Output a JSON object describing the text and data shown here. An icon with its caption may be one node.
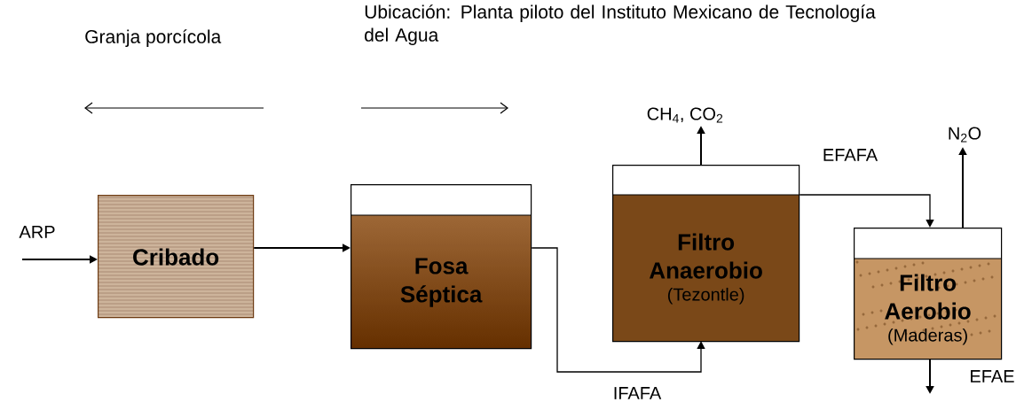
{
  "diagram": {
    "nodes": [
      {
        "text": [
          "Cribado"
        ]
      },
      {
        "text": [
          "Fosa Séptica"
        ]
      },
      {
        "text": [
          "Filtro Anaerobio",
          "(Tezontle)"
        ]
      },
      {
        "text": [
          "Filtro Aerobio",
          "(Maderas)"
        ]
      },
      {
        "text": [
          "CH$_{4}$, CO$_{2}$"
        ]
      },
      {
        "text": [
          "N$_{2}$O"
        ]
      }
    ],
    "edges": [
      {
        "from": null,
        "to": 0,
        "arrow": "to",
        "label": "ARP"
      },
      {
        "from": 0,
        "to": 1,
        "arrow": "to"
      },
      {
        "from": 1,
        "to": 2,
        "arrow": "to",
        "label": "IFAFA"
      },
      {
        "from": 2,
        "to": 3,
        "arrow": "to",
        "label": "EFAFA"
      },
      {
        "from": 2,
        "to": 4,
        "arrow": "to"
      },
      {
        "from": 3,
        "to": 5,
        "arrow": "to"
      },
      {
        "from": 3,
        "to": null,
        "arrow": "to",
        "label": "EFAE"
      }
    ],
    "labels": [
      "Granja porcícola",
      "Ubicación: Planta piloto del Instituto Mexicano de Tecnología del Agua"
    ]
  }
}
